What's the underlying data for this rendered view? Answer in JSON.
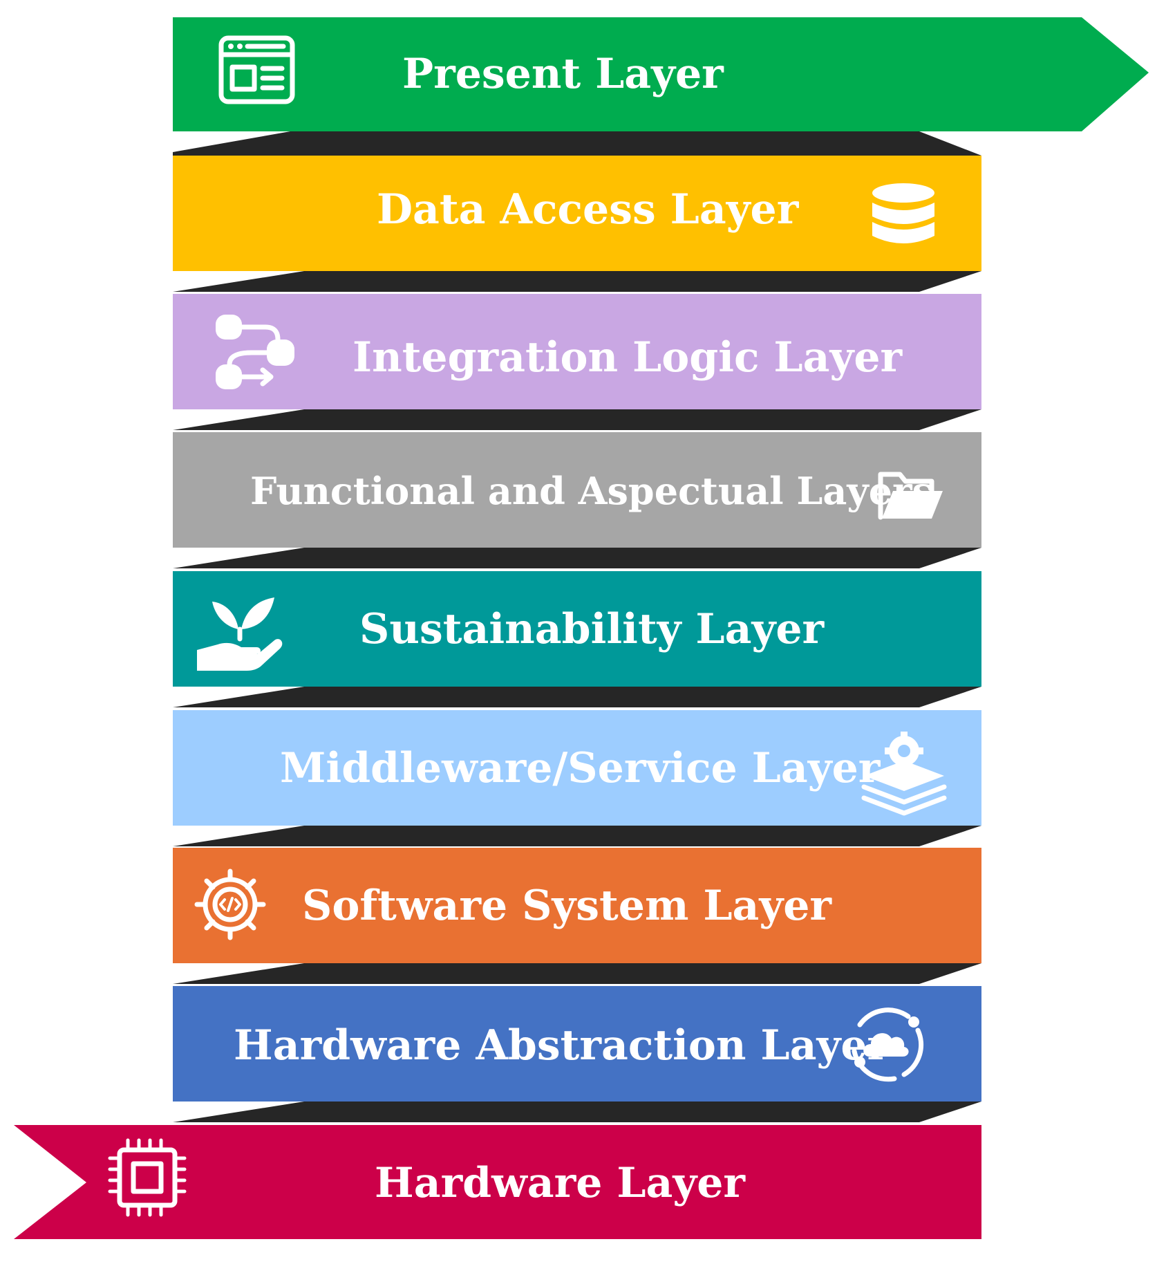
{
  "diagram": {
    "layers": [
      {
        "label": "Present Layer",
        "color": "#00ac4f",
        "icon": "browser-window-icon"
      },
      {
        "label": "Data Access Layer",
        "color": "#ffc000",
        "icon": "database-icon"
      },
      {
        "label": "Integration Logic Layer",
        "color": "#c9a7e3",
        "icon": "workflow-icon"
      },
      {
        "label": "Functional and Aspectual Layers",
        "color": "#a6a6a6",
        "icon": "folder-open-icon"
      },
      {
        "label": "Sustainability Layer",
        "color": "#009999",
        "icon": "plant-hand-icon"
      },
      {
        "label": "Middleware/Service Layer",
        "color": "#9dcdff",
        "icon": "service-stack-gear-icon"
      },
      {
        "label": "Software System Layer",
        "color": "#e97132",
        "icon": "code-gear-icon"
      },
      {
        "label": "Hardware Abstraction Layer",
        "color": "#4472c4",
        "icon": "cloud-sync-icon"
      },
      {
        "label": "Hardware Layer",
        "color": "#cc0049",
        "icon": "cpu-chip-icon"
      }
    ],
    "connector_color": "#262626"
  }
}
